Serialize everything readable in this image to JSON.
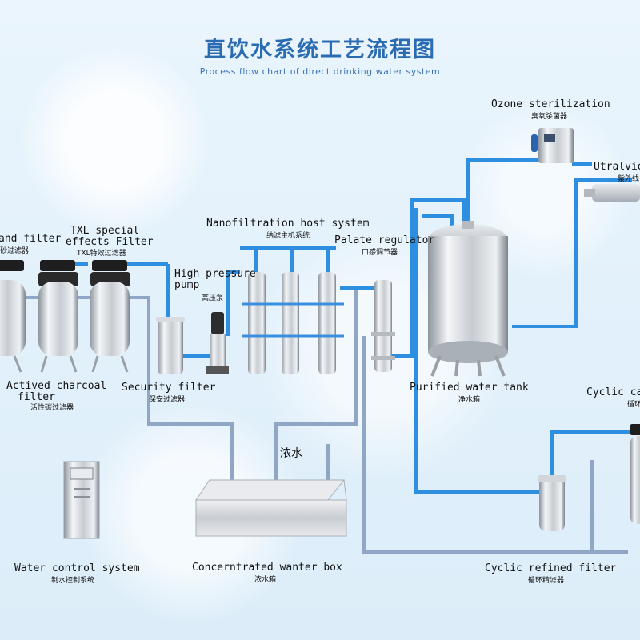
{
  "title": "直饮水系统工艺流程图",
  "subtitle": "Process flow chart of direct drinking water system",
  "colors": {
    "pipe_clean": "#2e8fe0",
    "pipe_waste": "#8fa6c4",
    "title": "#2a6bb2",
    "steel": "#c8ccd2"
  },
  "components": {
    "sand_filter": {
      "en": "and filter",
      "cn": "砂过滤器"
    },
    "txl_filter": {
      "en_line1": "TXL special",
      "en_line2": "effects Filter",
      "cn": "TXL特效过滤器"
    },
    "charcoal_filter": {
      "en_line1": "Actived charcoal",
      "en_line2": "filter",
      "cn": "活性碳过滤器"
    },
    "security_filter": {
      "en": "Security filter",
      "cn": "保安过滤器"
    },
    "high_pressure_pump": {
      "en_line1": "High pressure",
      "en_line2": "pump",
      "cn": "高压泵"
    },
    "nanofiltration": {
      "en": "Nanofiltration host system",
      "cn": "纳滤主机系统"
    },
    "palate_regulator": {
      "en": "Palate regulator",
      "cn": "口感调节器"
    },
    "purified_tank": {
      "en": "Purified water tank",
      "cn": "净水箱"
    },
    "ozone": {
      "en": "Ozone sterilization",
      "cn": "臭氧杀菌器"
    },
    "uv": {
      "en": "Utralviolet",
      "cn": "紫外线"
    },
    "cyclic_canister": {
      "en": "Cyclic ca",
      "cn": "循环"
    },
    "cyclic_refined": {
      "en": "Cyclic refined filter",
      "cn": "循环精滤器"
    },
    "water_control": {
      "en": "Water control system",
      "cn": "制水控制系统"
    },
    "concentrate_box": {
      "en": "Concerntrated wanter box",
      "cn": "浓水箱"
    },
    "concentrate_label": "浓水"
  }
}
